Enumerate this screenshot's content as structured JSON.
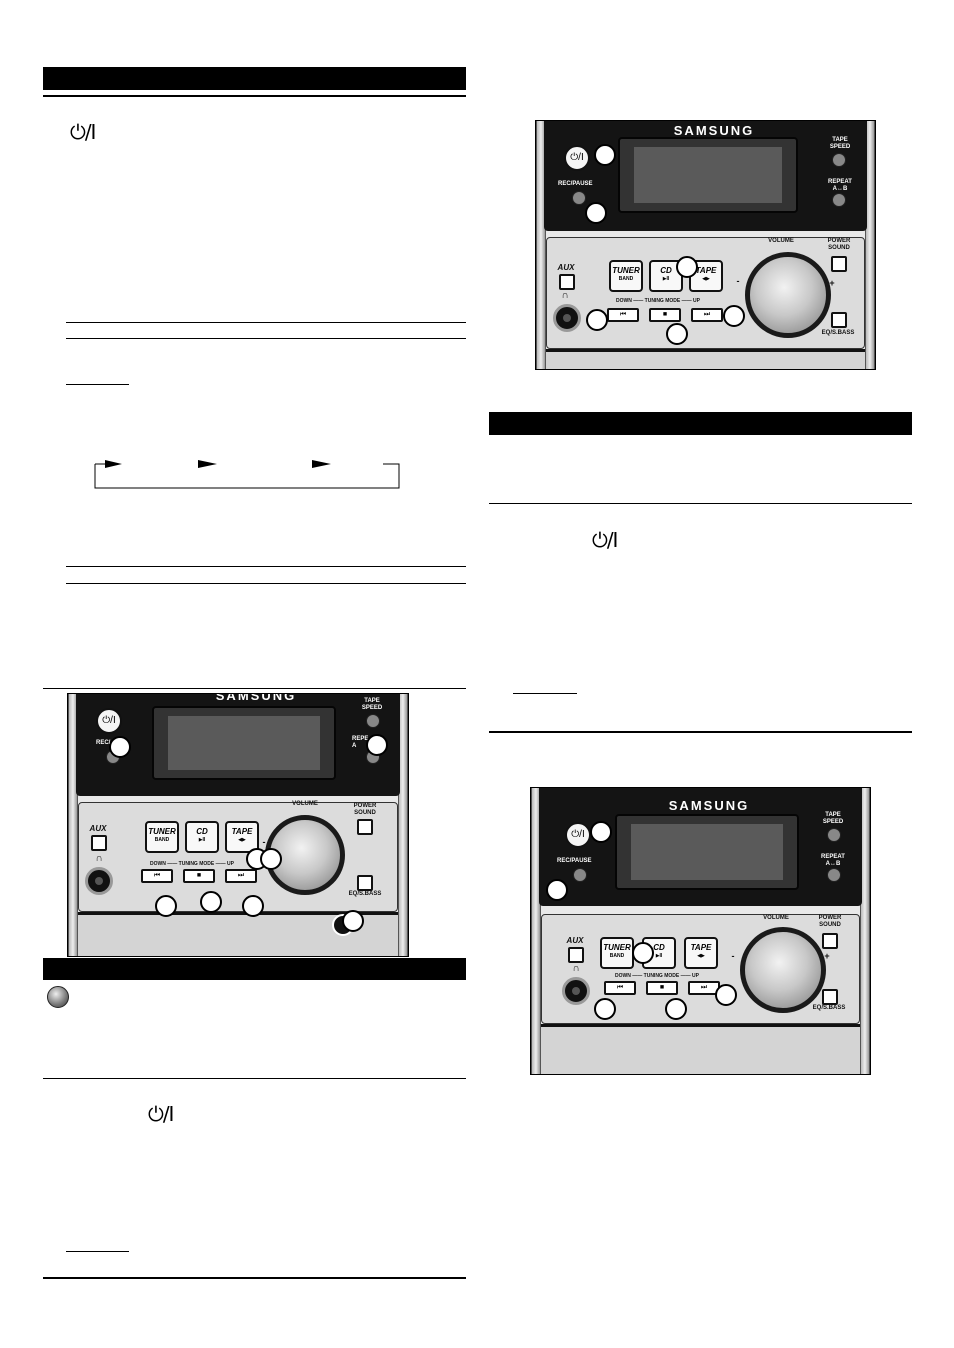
{
  "icons": {
    "power": "power-standby-icon",
    "indicator": "round-indicator-icon",
    "arrow": "right-arrow-icon"
  },
  "symbols": {
    "power": "⏻/I"
  },
  "device": {
    "brand": "SAMSUNG",
    "tape_speed": "TAPE\nSPEED",
    "repeat": "REPEAT\nA↔B",
    "rec_pause": "REC/PAUSE",
    "aux": "AUX",
    "tuner": "TUNER",
    "band": "BAND",
    "cd": "CD",
    "cd_sub": "▶II",
    "tape": "TAPE",
    "tape_sub": "◀▶",
    "volume": "VOLUME",
    "power_sound": "POWER\nSOUND",
    "eq_sbass": "EQ/S.BASS",
    "tuning_mode": "DOWN —— TUNING MODE —— UP",
    "prev": "⏮",
    "stop": "■",
    "next": "⏭",
    "minus": "-",
    "plus": "+",
    "headphones": "∩",
    "rec_partial": "REC/",
    "repeat_partial": "REPE\nA"
  }
}
